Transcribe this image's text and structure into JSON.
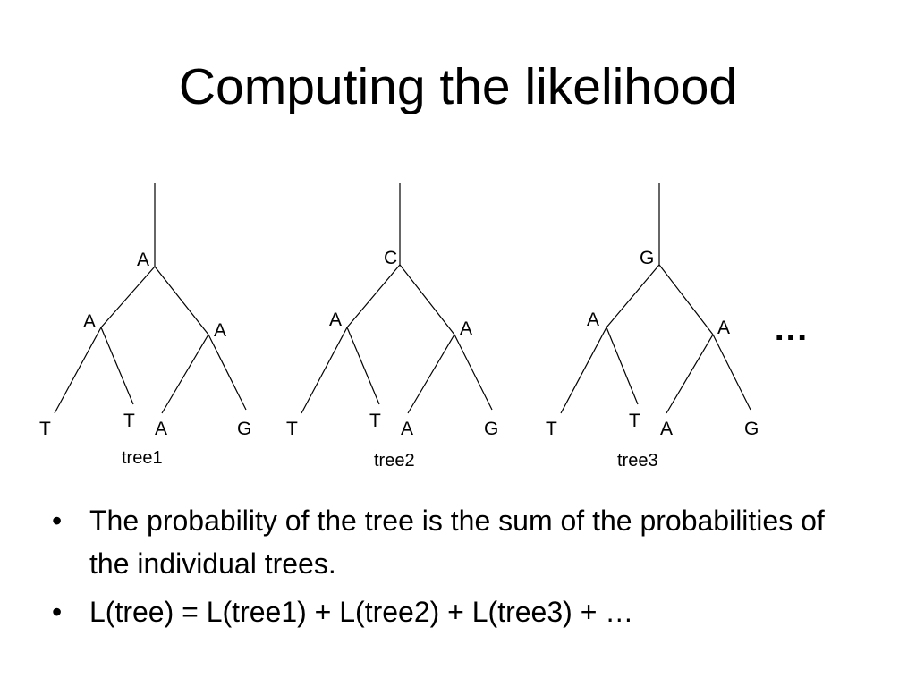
{
  "title": "Computing the likelihood",
  "trees": [
    {
      "caption": "tree1",
      "root": "A",
      "left_internal": "A",
      "right_internal": "A",
      "leaves": [
        "T",
        "T",
        "A",
        "G"
      ]
    },
    {
      "caption": "tree2",
      "root": "C",
      "left_internal": "A",
      "right_internal": "A",
      "leaves": [
        "T",
        "T",
        "A",
        "G"
      ]
    },
    {
      "caption": "tree3",
      "root": "G",
      "left_internal": "A",
      "right_internal": "A",
      "leaves": [
        "T",
        "T",
        "A",
        "G"
      ]
    }
  ],
  "ellipsis": "…",
  "bullets": [
    "The probability of the tree is the sum of the probabilities of the individual trees.",
    "L(tree) = L(tree1) + L(tree2) + L(tree3) + …"
  ],
  "bullet_symbol": "•"
}
